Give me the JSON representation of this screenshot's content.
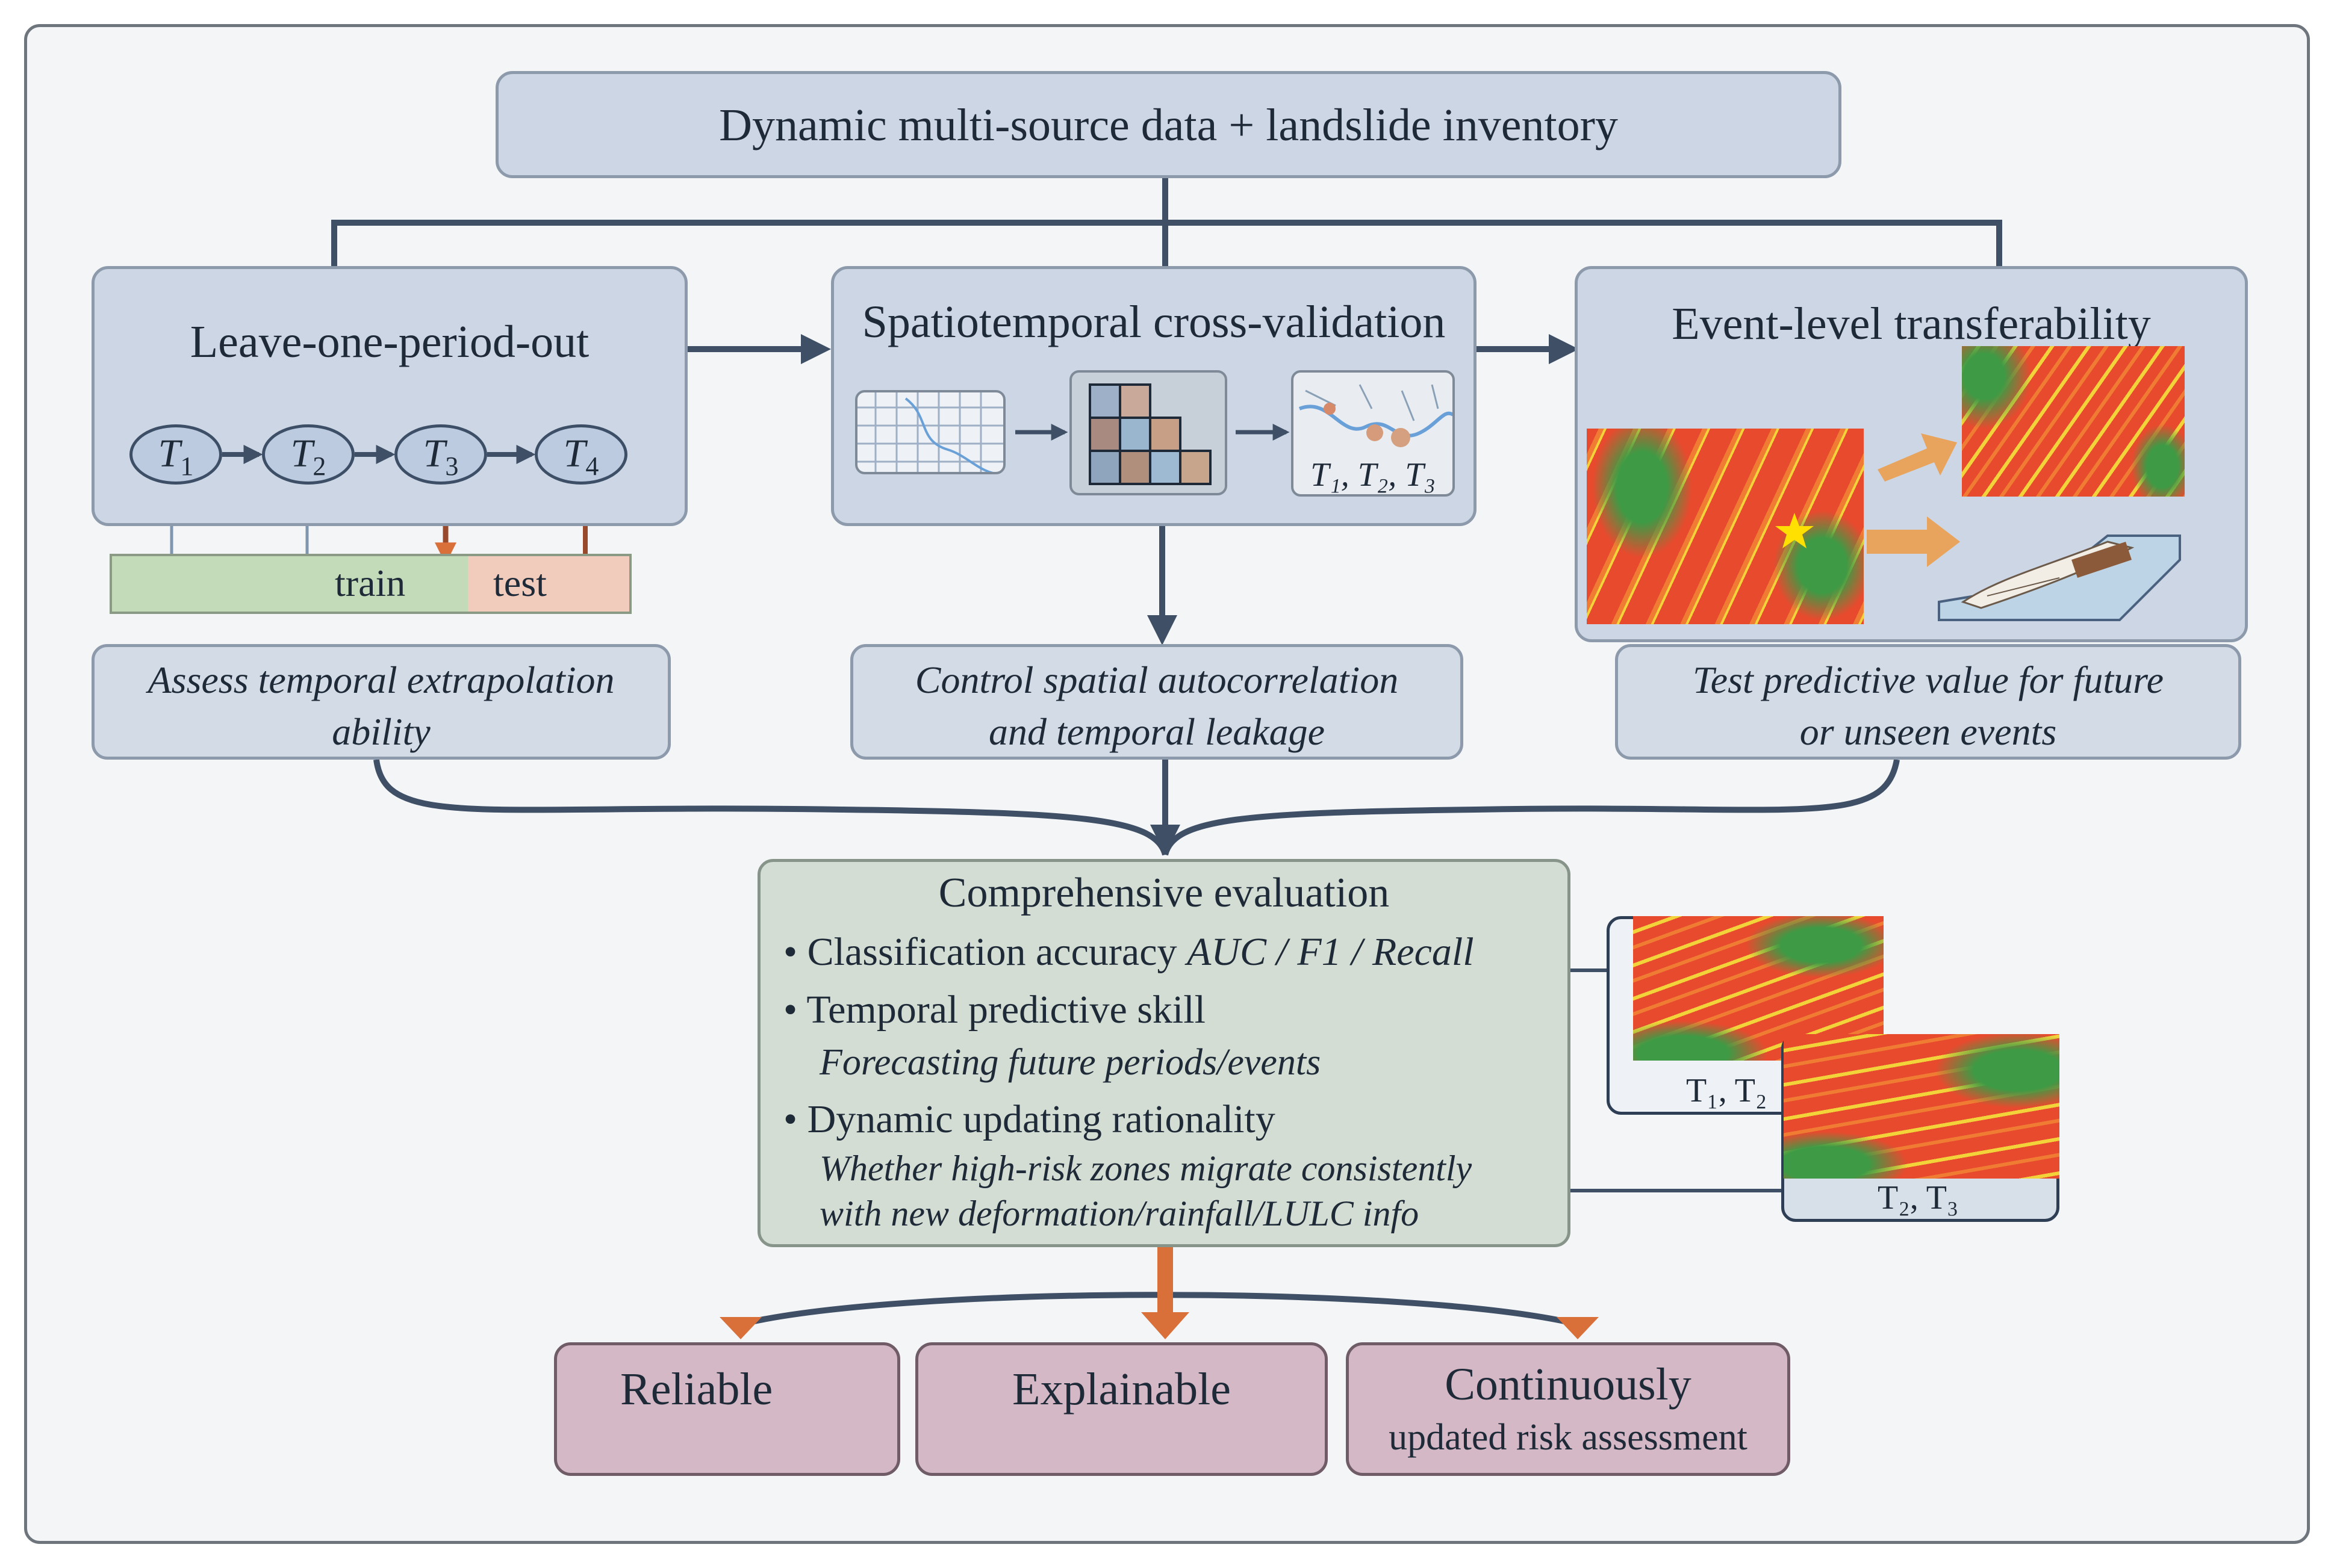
{
  "top": {
    "title": "Dynamic multi-source data + landslide inventory"
  },
  "left": {
    "title": "Leave-one-period-out",
    "nodes": [
      {
        "letter": "T",
        "sub": "1"
      },
      {
        "letter": "T",
        "sub": "2"
      },
      {
        "letter": "T",
        "sub": "3"
      },
      {
        "letter": "T",
        "sub": "4"
      }
    ],
    "train_label": "train",
    "test_label": "test",
    "caption_line1": "Assess temporal extrapolation",
    "caption_line2": "ability"
  },
  "middle": {
    "title": "Spatiotemporal cross-validation",
    "thumb_label": "T₁, T₂, T₃",
    "caption_line1": "Control spatial autocorrelation",
    "caption_line2": "and temporal leakage"
  },
  "right": {
    "title": "Event-level transferability",
    "caption_line1": "Test predictive value for future",
    "caption_line2": "or unseen events"
  },
  "evaluation": {
    "title": "Comprehensive evaluation",
    "item1_text": "Classification accuracy",
    "item1_metrics": "AUC / F1 / Recall",
    "item2_text": "Temporal predictive skill",
    "item2_detail": "Forecasting future periods/events",
    "item3_text": "Dynamic updating rationality",
    "item3_detail_line1": "Whether high-risk zones migrate consistently",
    "item3_detail_line2": "with new deformation/rainfall/LULC info",
    "map_label_1": "T₁, T₂",
    "map_label_2": "T₂, T₃"
  },
  "outcomes": {
    "reliable": "Reliable",
    "explainable": "Explainable",
    "continuous_line1": "Continuously",
    "continuous_line2": "updated risk assessment"
  },
  "colors": {
    "box_fill": "#ccd6e4",
    "eval_fill": "#d3ddd3",
    "outcome_fill": "#d5b8c5",
    "train_fill": "#c3dbb8",
    "test_fill": "#f1cbbb",
    "arrow": "#3f4f66",
    "orange_arrow": "#d9703a",
    "map_red": "#e84a2e",
    "map_yellow": "#f2d43a",
    "map_green": "#3e9a45"
  }
}
